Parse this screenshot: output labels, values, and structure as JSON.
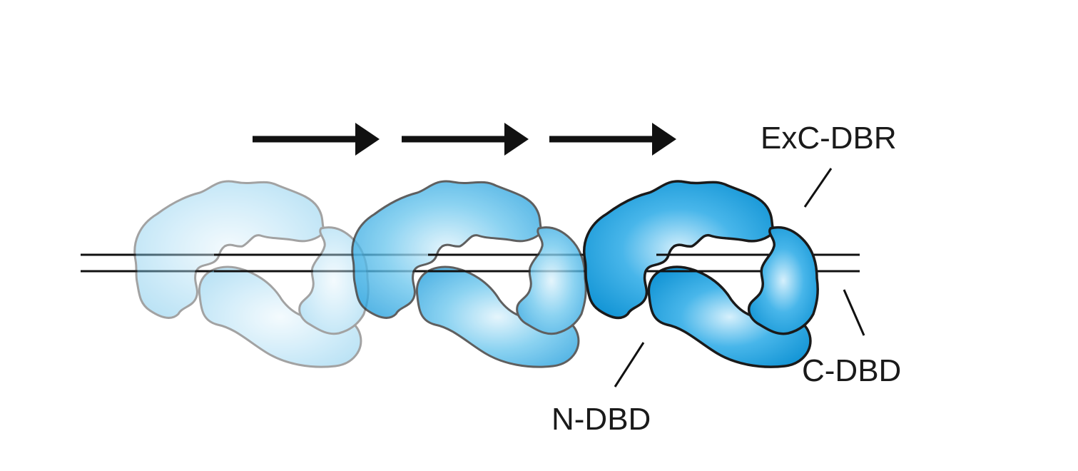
{
  "labels": {
    "exc_dbr": "ExC-DBR",
    "c_dbd": "C-DBD",
    "n_dbd": "N-DBD"
  },
  "colors": {
    "protein_fill_light": "#bfe6f7",
    "protein_fill_mid": "#6cc7ee",
    "protein_fill_dark": "#2aa8e2",
    "outline": "#1a1a1a",
    "arrow": "#111111",
    "dna_line": "#111111"
  },
  "diagram": {
    "arrow_count": 3,
    "protein_rings": [
      {
        "name": "ring-1",
        "opacity": 0.45
      },
      {
        "name": "ring-2",
        "opacity": 0.75
      },
      {
        "name": "ring-3",
        "opacity": 1.0
      }
    ],
    "direction": "left-to-right"
  }
}
